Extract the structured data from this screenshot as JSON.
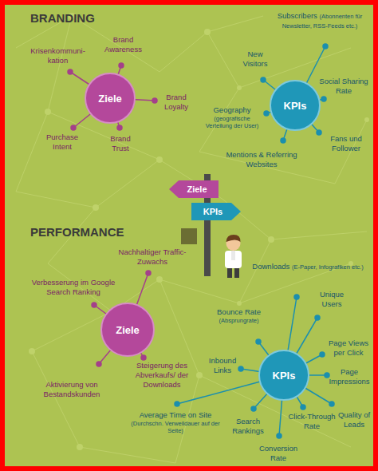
{
  "diagram": {
    "nodes": [
      {
        "text": [
          "Ziele"
        ]
      },
      {
        "text": [
          "KPIs"
        ]
      },
      {
        "text": [
          "Ziele"
        ]
      },
      {
        "text": [
          "KPIs"
        ]
      },
      {
        "text": [
          "Ziele"
        ]
      },
      {
        "text": [
          "KPIs"
        ]
      }
    ],
    "labels": [
      "BRANDING",
      "Krisenkommuni- kation",
      "Brand Awareness",
      "Brand Loyalty",
      "Brand Trust",
      "Purchase Intent",
      "Subscribers",
      "(Abonnenten für Newsletter, RSS-Feeds etc.)",
      "New Visitors",
      "Social Sharing Rate",
      "Geography",
      "(geografische Verteilung der User)",
      "Fans und Follower",
      "Mentions & Referring Websites",
      "PERFORMANCE",
      "Nachhaltiger Traffic-Zuwachs",
      "Verbesserung im Google Search Ranking",
      "Steigerung des Abverkaufs/ der Downloads",
      "Aktivierung von Bestandskunden",
      "Downloads",
      "(E-Paper, Infografiken etc.)",
      "Unique Users",
      "Bounce Rate",
      "(Absprungrate)",
      "Page Views per Click",
      "Inbound Links",
      "Page Impressions",
      "Average Time on Site",
      "(Durchschn. Verweildauer auf der Seite)",
      "Search Rankings",
      "Click-Through Rate",
      "Conversion Rate",
      "Quality of Leads"
    ]
  }
}
